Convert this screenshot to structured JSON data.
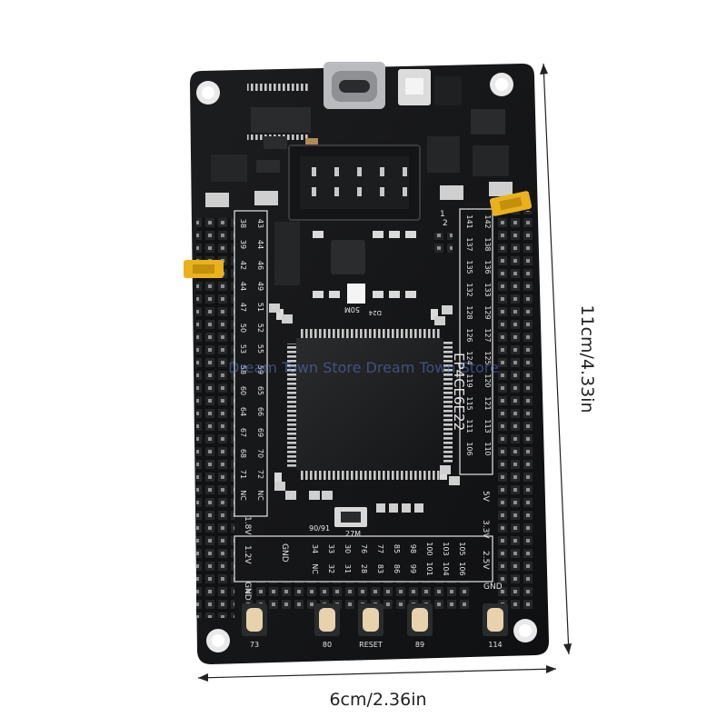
{
  "dimensions": {
    "height_label": "11cm/4.33in",
    "width_label": "6cm/2.36in"
  },
  "watermark": "Dream Town Store Dream Town Store",
  "chip": {
    "marking": "EP4CE6E22"
  },
  "connectors": {
    "jtag_mark": "1",
    "header_top_mark": "2",
    "reset_label": "RESET",
    "crystal_label": "50M",
    "osc_label": "27M"
  },
  "buttons": [
    "73",
    "80",
    "RESET",
    "89",
    "114"
  ],
  "power_labels": {
    "v33": "3.3V",
    "v25": "2.5V",
    "v5": "5V",
    "v18": "1.8V",
    "v12": "1.2V",
    "gnd_left": "GND",
    "gnd_right": "GND",
    "gnd_bottom": "GND"
  },
  "pin_labels_left": [
    [
      "38",
      "43"
    ],
    [
      "39",
      "44"
    ],
    [
      "42",
      "46"
    ],
    [
      "44",
      "49"
    ],
    [
      "47",
      "51"
    ],
    [
      "50",
      "52"
    ],
    [
      "53",
      "55"
    ],
    [
      "58",
      "59"
    ],
    [
      "60",
      "65"
    ],
    [
      "64",
      "66"
    ],
    [
      "67",
      "69"
    ],
    [
      "68",
      "70"
    ],
    [
      "71",
      "72"
    ],
    [
      "NC",
      "NC"
    ]
  ],
  "pin_labels_right": [
    [
      "141",
      "142"
    ],
    [
      "137",
      "138"
    ],
    [
      "135",
      "136"
    ],
    [
      "132",
      "133"
    ],
    [
      "128",
      "129"
    ],
    [
      "126",
      "127"
    ],
    [
      "124",
      "125"
    ],
    [
      "119",
      "120"
    ],
    [
      "115",
      "121"
    ],
    [
      "111",
      "113"
    ],
    [
      "106",
      "110"
    ]
  ],
  "pin_labels_bottom": [
    [
      "34",
      "NC"
    ],
    [
      "33",
      "32"
    ],
    [
      "30",
      "31"
    ],
    [
      "76",
      "28"
    ],
    [
      "77",
      "83"
    ],
    [
      "85",
      "86"
    ],
    [
      "98",
      "99"
    ],
    [
      "100",
      "101"
    ],
    [
      "103",
      "104"
    ],
    [
      "105",
      "106"
    ]
  ],
  "misc_marks": {
    "left_small": "90/91",
    "chip_note": "D24"
  },
  "colors": {
    "pcb": "#151617",
    "silk": "#e6e6e6",
    "chip": "#1d1e20",
    "pin": "#242526",
    "gold": "#d9b85a",
    "jumper": "#e9b21d",
    "button": "#e7d2ad",
    "watermark": "#5c78c9"
  }
}
